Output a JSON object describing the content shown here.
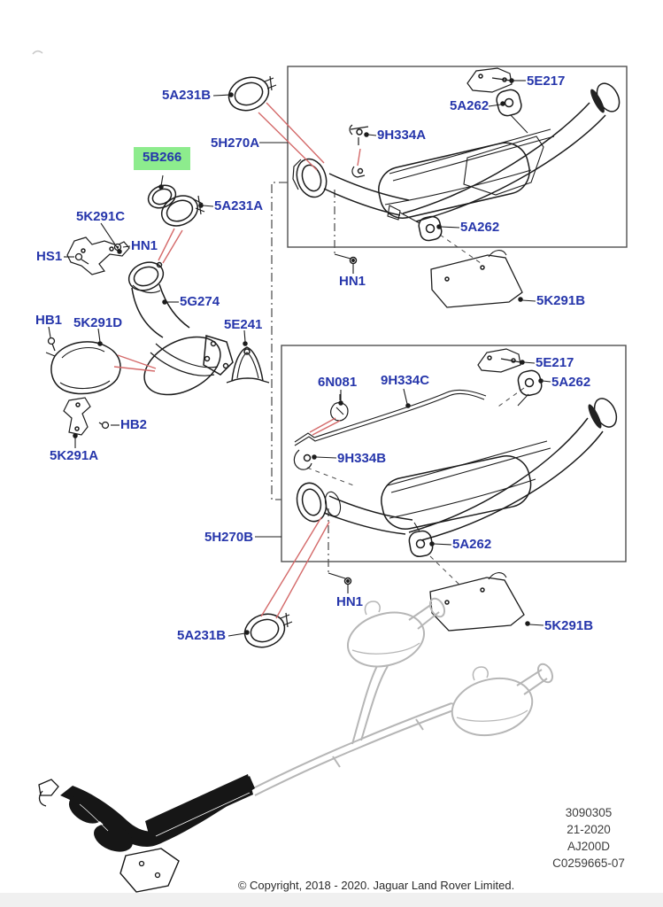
{
  "diagram": {
    "title": "Exhaust system parts diagram",
    "highlight_color": "#8dec8d",
    "label_color": "#2636ab",
    "leader_red": "#d46a6a"
  },
  "callouts": [
    {
      "id": "5A231B-top",
      "label": "5A231B"
    },
    {
      "id": "5H270A",
      "label": "5H270A"
    },
    {
      "id": "5B266",
      "label": "5B266",
      "highlighted": true
    },
    {
      "id": "5A231A",
      "label": "5A231A"
    },
    {
      "id": "5K291C",
      "label": "5K291C"
    },
    {
      "id": "HN1-left",
      "label": "HN1"
    },
    {
      "id": "HS1",
      "label": "HS1"
    },
    {
      "id": "5G274",
      "label": "5G274"
    },
    {
      "id": "HB1",
      "label": "HB1"
    },
    {
      "id": "5K291D",
      "label": "5K291D"
    },
    {
      "id": "5E241",
      "label": "5E241"
    },
    {
      "id": "HB2",
      "label": "HB2"
    },
    {
      "id": "5K291A",
      "label": "5K291A"
    },
    {
      "id": "9H334A",
      "label": "9H334A"
    },
    {
      "id": "5E217-box1",
      "label": "5E217"
    },
    {
      "id": "5A262-box1-top",
      "label": "5A262"
    },
    {
      "id": "5A262-box1-bot",
      "label": "5A262"
    },
    {
      "id": "HN1-box1",
      "label": "HN1"
    },
    {
      "id": "5K291B-box1",
      "label": "5K291B"
    },
    {
      "id": "6N081",
      "label": "6N081"
    },
    {
      "id": "9H334C",
      "label": "9H334C"
    },
    {
      "id": "5E217-box2",
      "label": "5E217"
    },
    {
      "id": "5A262-box2-top",
      "label": "5A262"
    },
    {
      "id": "9H334B",
      "label": "9H334B"
    },
    {
      "id": "5H270B",
      "label": "5H270B"
    },
    {
      "id": "5A262-box2-bot",
      "label": "5A262"
    },
    {
      "id": "HN1-box2",
      "label": "HN1"
    },
    {
      "id": "5A231B-bottom",
      "label": "5A231B"
    },
    {
      "id": "5K291B-box2",
      "label": "5K291B"
    }
  ],
  "reference": {
    "line1": "3090305",
    "line2": "21-2020",
    "line3": "AJ200D",
    "line4": "C0259665-07"
  },
  "footer": {
    "copyright": "© Copyright, 2018 - 2020. Jaguar Land Rover Limited."
  }
}
